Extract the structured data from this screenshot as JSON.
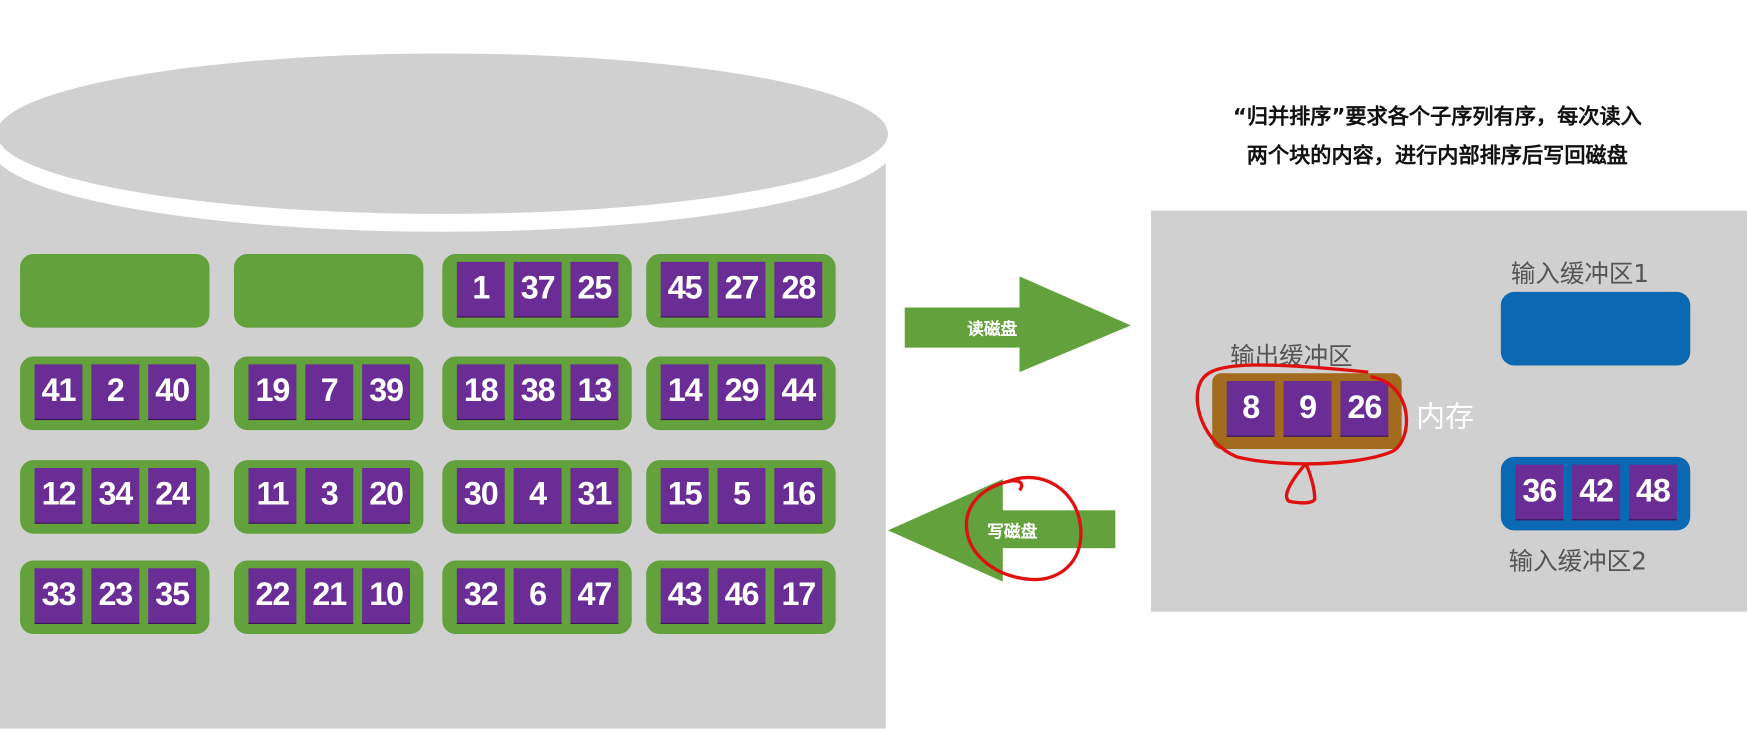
{
  "description_text": {
    "line1": "“归并排序”要求各个子序列有序，每次读入",
    "line2": "两个块的内容，进行内部排序后写回磁盘"
  },
  "disk": {
    "rows": [
      [
        [],
        [],
        [
          "1",
          "37",
          "25"
        ],
        [
          "45",
          "27",
          "28"
        ]
      ],
      [
        [
          "41",
          "2",
          "40"
        ],
        [
          "19",
          "7",
          "39"
        ],
        [
          "18",
          "38",
          "13"
        ],
        [
          "14",
          "29",
          "44"
        ]
      ],
      [
        [
          "12",
          "34",
          "24"
        ],
        [
          "11",
          "3",
          "20"
        ],
        [
          "30",
          "4",
          "31"
        ],
        [
          "15",
          "5",
          "16"
        ]
      ],
      [
        [
          "33",
          "23",
          "35"
        ],
        [
          "22",
          "21",
          "10"
        ],
        [
          "32",
          "6",
          "47"
        ],
        [
          "43",
          "46",
          "17"
        ]
      ]
    ]
  },
  "arrows": {
    "read_label": "读磁盘",
    "write_label": "写磁盘"
  },
  "memory": {
    "label": "内存",
    "output_buffer": {
      "label": "输出缓冲区",
      "cells": [
        "8",
        "9",
        "26"
      ]
    },
    "input_buffer_1": {
      "label": "输入缓冲区1",
      "cells": []
    },
    "input_buffer_2": {
      "label": "输入缓冲区2",
      "cells": [
        "36",
        "42",
        "48"
      ]
    }
  },
  "colors": {
    "block": "#62a13b",
    "cell": "#6a2c95",
    "output": "#a26b1e",
    "input": "#0b69b4",
    "annotation": "#e01010"
  }
}
